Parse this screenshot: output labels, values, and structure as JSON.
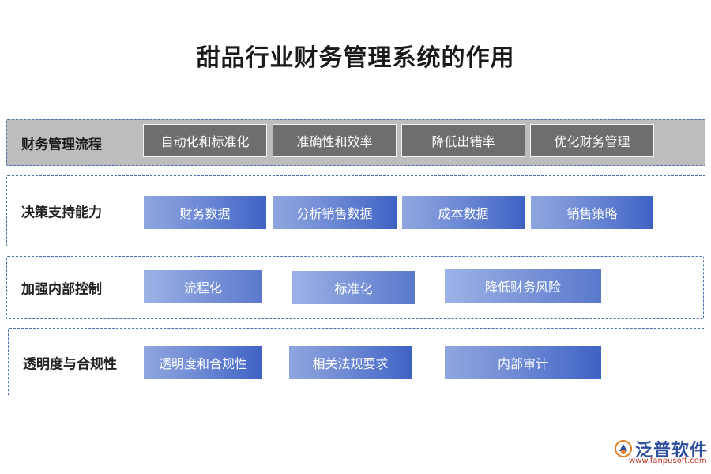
{
  "title": "甜品行业财务管理系统的作用",
  "rows": [
    {
      "label": "财务管理流程",
      "items": [
        "自动化和标准化",
        "准确性和效率",
        "降低出错率",
        "优化财务管理"
      ]
    },
    {
      "label": "决策支持能力",
      "items": [
        "财务数据",
        "分析销售数据",
        "成本数据",
        "销售策略"
      ]
    },
    {
      "label": "加强内部控制",
      "items": [
        "流程化",
        "标准化",
        "降低财务风险"
      ]
    },
    {
      "label": "透明度与合规性",
      "items": [
        "透明度和合规性",
        "相关法规要求",
        "内部审计"
      ]
    }
  ],
  "brand": {
    "name": "泛普软件",
    "url": "www.fanpusoft.com"
  },
  "colors": {
    "first_row_bg": "#bdbdbd",
    "gray_box": "#6e6e6e",
    "blue_dark": "#3f63c4",
    "blue_light": "#8fa6de",
    "border": "#4f6fb0"
  }
}
